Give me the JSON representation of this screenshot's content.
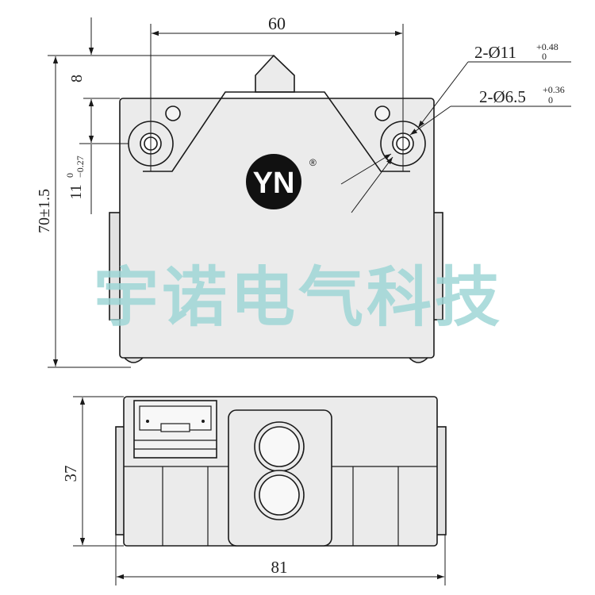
{
  "top_view": {
    "dim_width": "60",
    "dim_plunger": "8",
    "dim_height": "70±1.5",
    "dim_hole_offset_base": "11",
    "dim_hole_offset_tol_upper": "0",
    "dim_hole_offset_tol_lower": "−0.27",
    "callout_big_hole": {
      "prefix": "2-Ø11",
      "tol_upper": "+0.48",
      "tol_lower": "0"
    },
    "callout_small_hole": {
      "prefix": "2-Ø6.5",
      "tol_upper": "+0.36",
      "tol_lower": "0"
    },
    "logo_mark": "YN",
    "logo_registered": "®"
  },
  "bottom_view": {
    "dim_width": "81",
    "dim_height": "37"
  },
  "watermark": {
    "text": "宇诺电气科技",
    "color": "#9fd6d6"
  },
  "colors": {
    "body_fill": "#ebebeb",
    "outline": "#1a1a1a"
  }
}
